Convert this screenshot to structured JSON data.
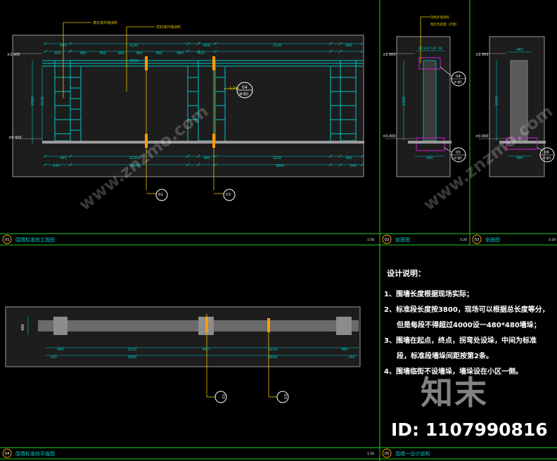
{
  "watermark": {
    "diagonal_text": "www.znzmo.com",
    "brand_text": "知末",
    "id_text": "ID: 1107990816"
  },
  "elevation": {
    "label_top_leader_1": "真石漆外墙涂料",
    "label_top_leader_2": "仿石漆外墙涂料",
    "dims_top_row": [
      "600",
      "3220",
      "600",
      "3220",
      "600"
    ],
    "dims_second_row": [
      "400",
      "480",
      "480",
      "480",
      "480",
      "480",
      "480",
      "400"
    ],
    "dim_inner_span": "3220",
    "level_top": "±2.900",
    "level_bottom": "±0.000",
    "vertical_dims": [
      "2900",
      "2150"
    ],
    "bottom_dims_row1": [
      "480",
      "3220",
      "480",
      "3220",
      "480"
    ],
    "bottom_dims_row2": [
      "240",
      "3800",
      "3800",
      "240"
    ],
    "callout_right_label": "1:20",
    "bubble_detail": "04",
    "bubble_detail_sub": "详-图1",
    "section_marks": [
      "02",
      "03"
    ],
    "section_mark_sub": "-"
  },
  "section2": {
    "leader_label_1": "深色外墙涂料",
    "leader_label_2": "暗红色处理（示意）",
    "dims_top": [
      "60",
      "120",
      "120",
      "60"
    ],
    "level_top": "±2.900",
    "level_bottom": "±0.000",
    "vertical_dim": "2250",
    "bottom_dim": "480",
    "bubble_top": "04",
    "bubble_top_sub": "详-图1",
    "bubble_bottom": "05",
    "bubble_bottom_sub": "详-图2"
  },
  "section3": {
    "dims_top": [
      "480"
    ],
    "level_top": "±2.900",
    "level_bottom": "±0.000",
    "vertical_dim": "2250",
    "bottom_dim": "480",
    "bubble": "06",
    "bubble_sub": "详-图3"
  },
  "plan": {
    "left_dim": "480",
    "dims_row1": [
      "480",
      "3220",
      "480",
      "3220",
      "480"
    ],
    "dims_row2": [
      "240",
      "3800",
      "3800",
      "240"
    ],
    "section_marks": [
      "02",
      "03"
    ]
  },
  "title_bars": [
    {
      "num": "01",
      "title": "围墙标准段立面图",
      "scale": "1:50"
    },
    {
      "num": "02",
      "title": "剖面图",
      "scale": "1:20"
    },
    {
      "num": "03",
      "title": "剖面图",
      "scale": "1:20"
    },
    {
      "num": "04",
      "title": "围墙标准段平面图",
      "scale": "1:50"
    },
    {
      "num": "05",
      "title": "围墙一设计说明",
      "scale": ""
    }
  ],
  "notes": {
    "title": "设计说明：",
    "items": [
      "1、围墙长度根据现场实际；",
      "2、标准段长度按3800，现场可以根据总长度等分，",
      "但是每段不得超过4000设一480*480墙垛；",
      "3、围墙在起点，终点，拐弯处设垛，中间为标准",
      "段，标准段墙垛间距按第2条。",
      "4、围墙临街不设墙垛，墙垛设在小区一侧。"
    ]
  },
  "colors": {
    "background": "#000000",
    "frame_green": "#22cc22",
    "cyan": "#00c8c8",
    "yellow": "#e8c800",
    "orange": "#ff9a00",
    "magenta": "#d020d0",
    "grey_panel": "#1d1d1d",
    "white": "#ffffff"
  }
}
